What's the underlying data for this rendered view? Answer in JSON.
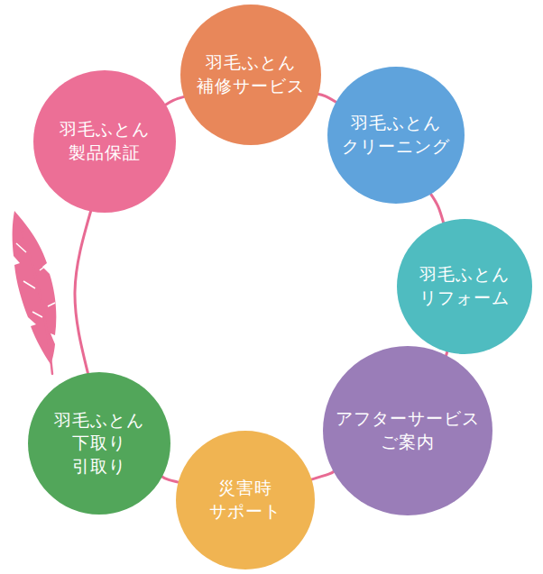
{
  "diagram": {
    "nodes": [
      {
        "text": [
          "羽毛ふとん 補修サービス"
        ]
      },
      {
        "text": [
          "羽毛ふとん クリーニング"
        ]
      },
      {
        "text": [
          "羽毛ふとん リフォーム"
        ]
      },
      {
        "text": [
          "アフターサービス ご案内"
        ]
      },
      {
        "text": [
          "災害時 サポート"
        ]
      },
      {
        "text": [
          "羽毛ふとん 下取り 引取り"
        ]
      },
      {
        "text": [
          "羽毛ふとん 製品保証"
        ]
      }
    ],
    "edges": [
      {
        "from": 0,
        "to": 1,
        "arrow": "none"
      },
      {
        "from": 1,
        "to": 2,
        "arrow": "none"
      },
      {
        "from": 2,
        "to": 3,
        "arrow": "none"
      },
      {
        "from": 3,
        "to": 4,
        "arrow": "none"
      },
      {
        "from": 4,
        "to": 5,
        "arrow": "none"
      },
      {
        "from": 5,
        "to": 6,
        "arrow": "none"
      },
      {
        "from": 6,
        "to": 0,
        "arrow": "none"
      }
    ]
  }
}
